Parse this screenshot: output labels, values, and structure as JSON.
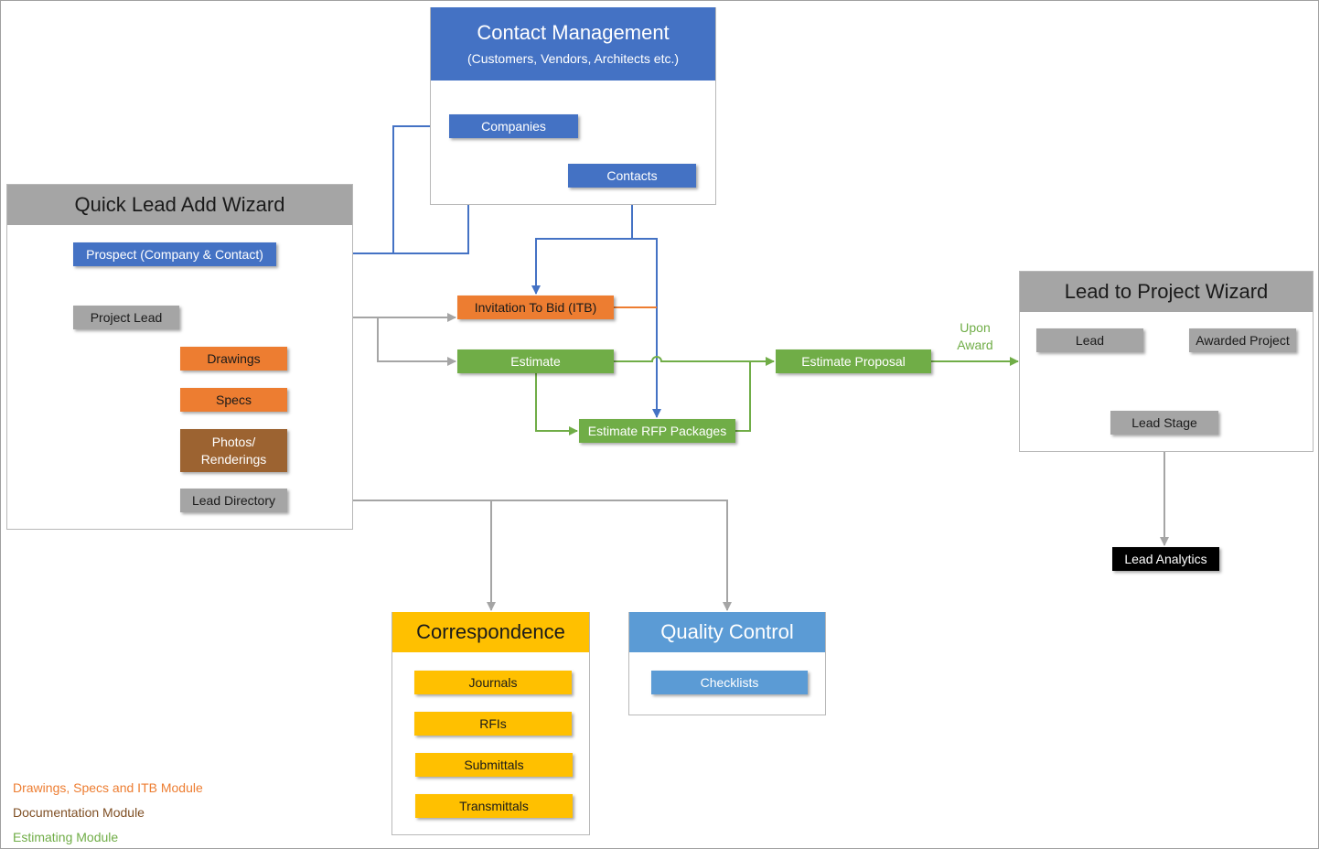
{
  "contact_management": {
    "title": "Contact Management",
    "subtitle": "(Customers, Vendors, Architects etc.)",
    "companies": "Companies",
    "contacts": "Contacts"
  },
  "quick_lead_wizard": {
    "title": "Quick Lead Add Wizard",
    "prospect": "Prospect (Company & Contact)",
    "project_lead": "Project Lead",
    "drawings": "Drawings",
    "specs": "Specs",
    "photos_line1": "Photos/",
    "photos_line2": "Renderings",
    "lead_directory": "Lead Directory"
  },
  "estimating": {
    "itb": "Invitation To Bid (ITB)",
    "estimate": "Estimate",
    "rfp_packages": "Estimate RFP Packages",
    "proposal": "Estimate Proposal",
    "upon_award_line1": "Upon",
    "upon_award_line2": "Award"
  },
  "lead_to_project": {
    "title": "Lead to Project Wizard",
    "lead": "Lead",
    "awarded_project": "Awarded Project",
    "lead_stage": "Lead Stage",
    "lead_analytics": "Lead Analytics"
  },
  "correspondence": {
    "title": "Correspondence",
    "items": [
      "Journals",
      "RFIs",
      "Submittals",
      "Transmittals"
    ]
  },
  "quality_control": {
    "title": "Quality Control",
    "checklists": "Checklists"
  },
  "legend": [
    {
      "label": "Drawings, Specs and ITB Module",
      "color": "#ed7d31"
    },
    {
      "label": "Documentation Module",
      "color": "#7f4f24"
    },
    {
      "label": "Estimating Module",
      "color": "#70ad47"
    }
  ],
  "colors": {
    "blue": "#4472c4",
    "gray": "#a5a5a5",
    "orange": "#ed7d31",
    "green": "#70ad47",
    "yellow": "#ffc000",
    "light_blue": "#5b9bd5"
  }
}
